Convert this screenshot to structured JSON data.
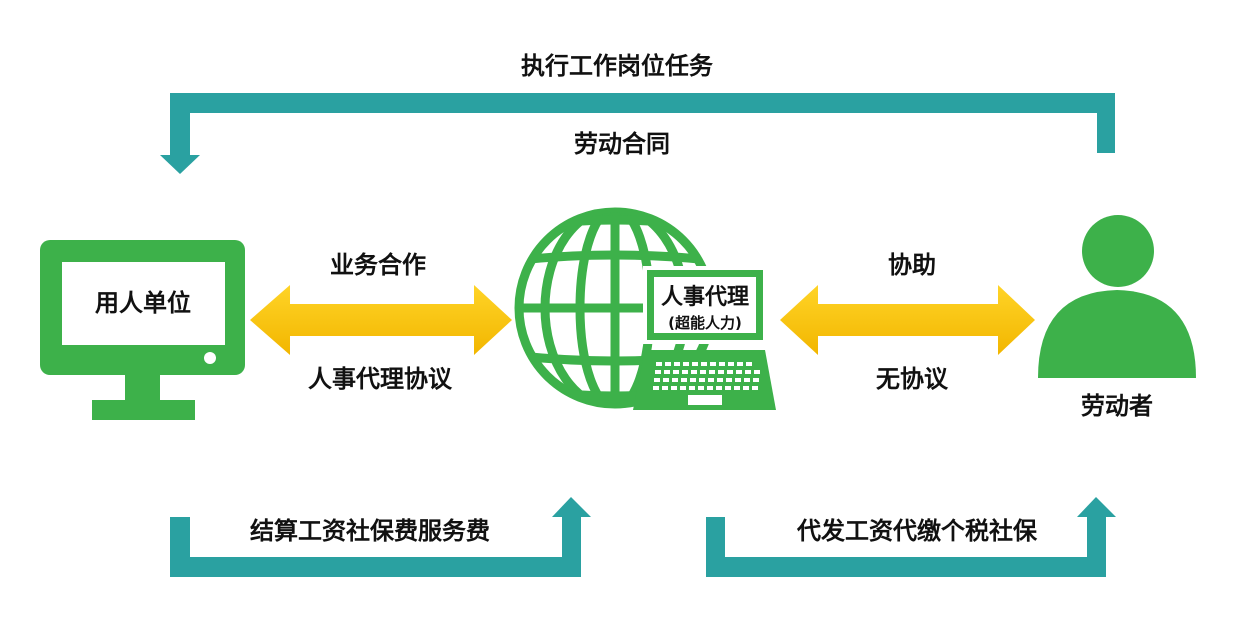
{
  "colors": {
    "green": "#3db14a",
    "teal": "#2aa1a1",
    "yellow_top": "#ffd427",
    "yellow_bottom": "#f2b600"
  },
  "labels": {
    "top_task": "执行工作岗位任务",
    "top_contract": "劳动合同",
    "employer": "用人单位",
    "left_top": "业务合作",
    "left_bottom": "人事代理协议",
    "agency_title": "人事代理",
    "agency_subtitle": "(超能人力)",
    "right_top": "协助",
    "right_bottom": "无协议",
    "worker": "劳动者",
    "bottom_left": "结算工资社保费服务费",
    "bottom_right": "代发工资代缴个税社保"
  }
}
